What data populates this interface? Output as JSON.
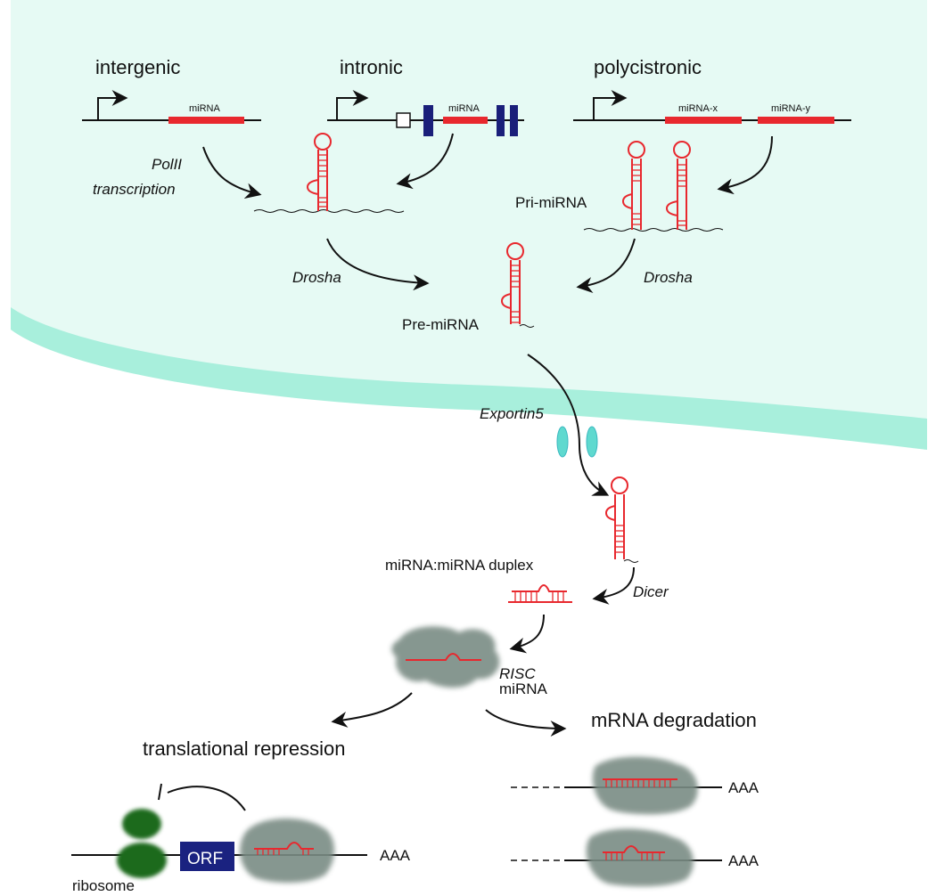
{
  "gene_types": {
    "intergenic": "intergenic",
    "intronic": "intronic",
    "polycistronic": "polycistronic"
  },
  "gene_labels": {
    "intergenic_mirna": "miRNA",
    "intronic_mirna": "miRNA",
    "poly_mirna_x": "miRNA-x",
    "poly_mirna_y": "miRNA-y"
  },
  "process_labels": {
    "polii_1": "PolII",
    "polii_2": "transcription",
    "pri_mirna": "Pri-miRNA",
    "drosha_left": "Drosha",
    "drosha_right": "Drosha",
    "pre_mirna": "Pre-miRNA",
    "exportin5": "Exportin5",
    "duplex": "miRNA:miRNA duplex",
    "dicer": "Dicer",
    "risc_1": "RISC",
    "risc_2": "miRNA"
  },
  "outcomes": {
    "translational_repression": "translational repression",
    "mrna_degradation": "mRNA degradation",
    "ribosome": "ribosome",
    "orf": "ORF",
    "aaa_1": "AAA",
    "aaa_2": "AAA",
    "aaa_3": "AAA"
  },
  "colors": {
    "nucleus_fill": "#e6faf4",
    "nucleus_edge": "#a8efdc",
    "mirna_red": "#e8282e",
    "exon_blue": "#1a1f7a",
    "risc_gray": "#7a8c84",
    "ribosome_green": "#1f6a1f",
    "orf_blue": "#1a2280",
    "pore_cyan": "#5fd9cf"
  }
}
